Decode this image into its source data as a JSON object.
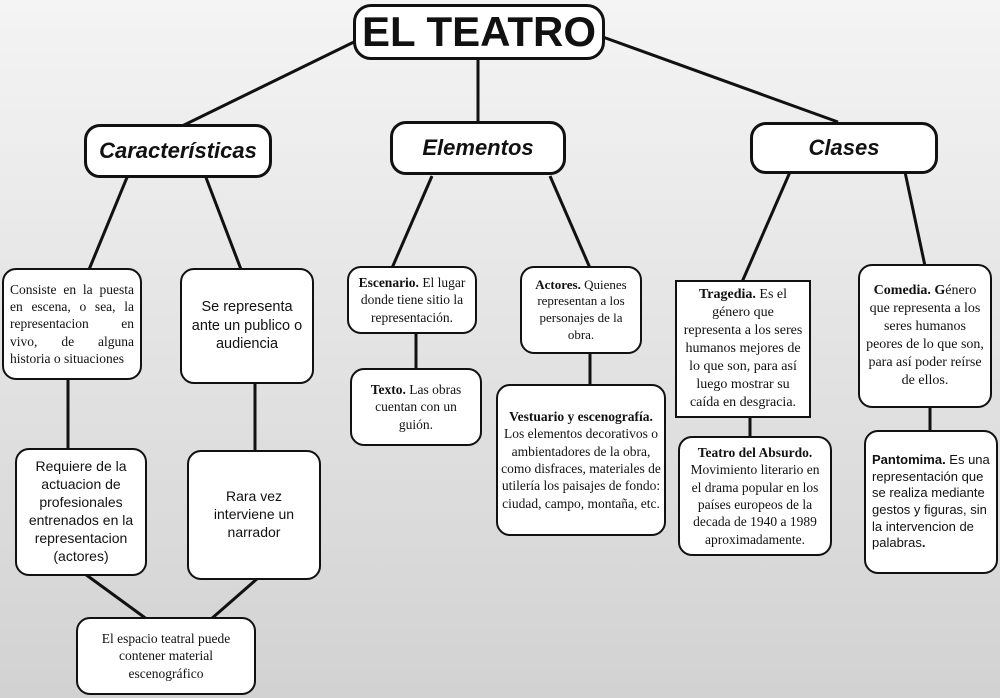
{
  "title": "EL TEATRO",
  "categories": {
    "caracteristicas": "Características",
    "elementos": "Elementos",
    "clases": "Clases"
  },
  "nodes": {
    "puesta_en_escena": "Consiste en la puesta en escena, o sea, la representacion en vivo, de alguna historia o situaciones",
    "publico": "Se representa ante un publico o audiencia",
    "profesionales": "Requiere de la actuacion de profesionales entrenados en la representacion (actores)",
    "narrador": "Rara vez interviene un narrador",
    "espacio_teatral": "El espacio teatral puede contener material escenográfico",
    "escenario": {
      "term": "Escenario.",
      "text": " El lugar donde tiene sitio la representación."
    },
    "texto": {
      "term": "Texto.",
      "text": " Las obras cuentan con un guión."
    },
    "actores": {
      "term": "Actores.",
      "text": " Quienes representan a los personajes de la obra."
    },
    "vestuario": {
      "term": "Vestuario y escenografía.",
      "text": " Los elementos decorativos o ambientadores de la obra, como disfraces, materiales de utilería los paisajes de fondo: ciudad, campo, montaña, etc."
    },
    "tragedia": {
      "term": "Tragedia.",
      "text": " Es el género que representa a los seres humanos mejores de lo que son, para así luego mostrar su caída en desgracia."
    },
    "comedia": {
      "term": "Comedia. G",
      "text": "énero que representa a los seres humanos peores de lo que son, para así poder reírse de ellos."
    },
    "absurdo": {
      "term": "Teatro del Absurdo.",
      "text": " Movimiento literario en el drama popular en los países europeos de la decada de 1940 a 1989 aproximadamente."
    },
    "pantomima": {
      "term": "Pantomima.",
      "text": " Es una representación que se realiza mediante gestos y figuras, sin la intervencion de palabras",
      "end": "."
    }
  }
}
